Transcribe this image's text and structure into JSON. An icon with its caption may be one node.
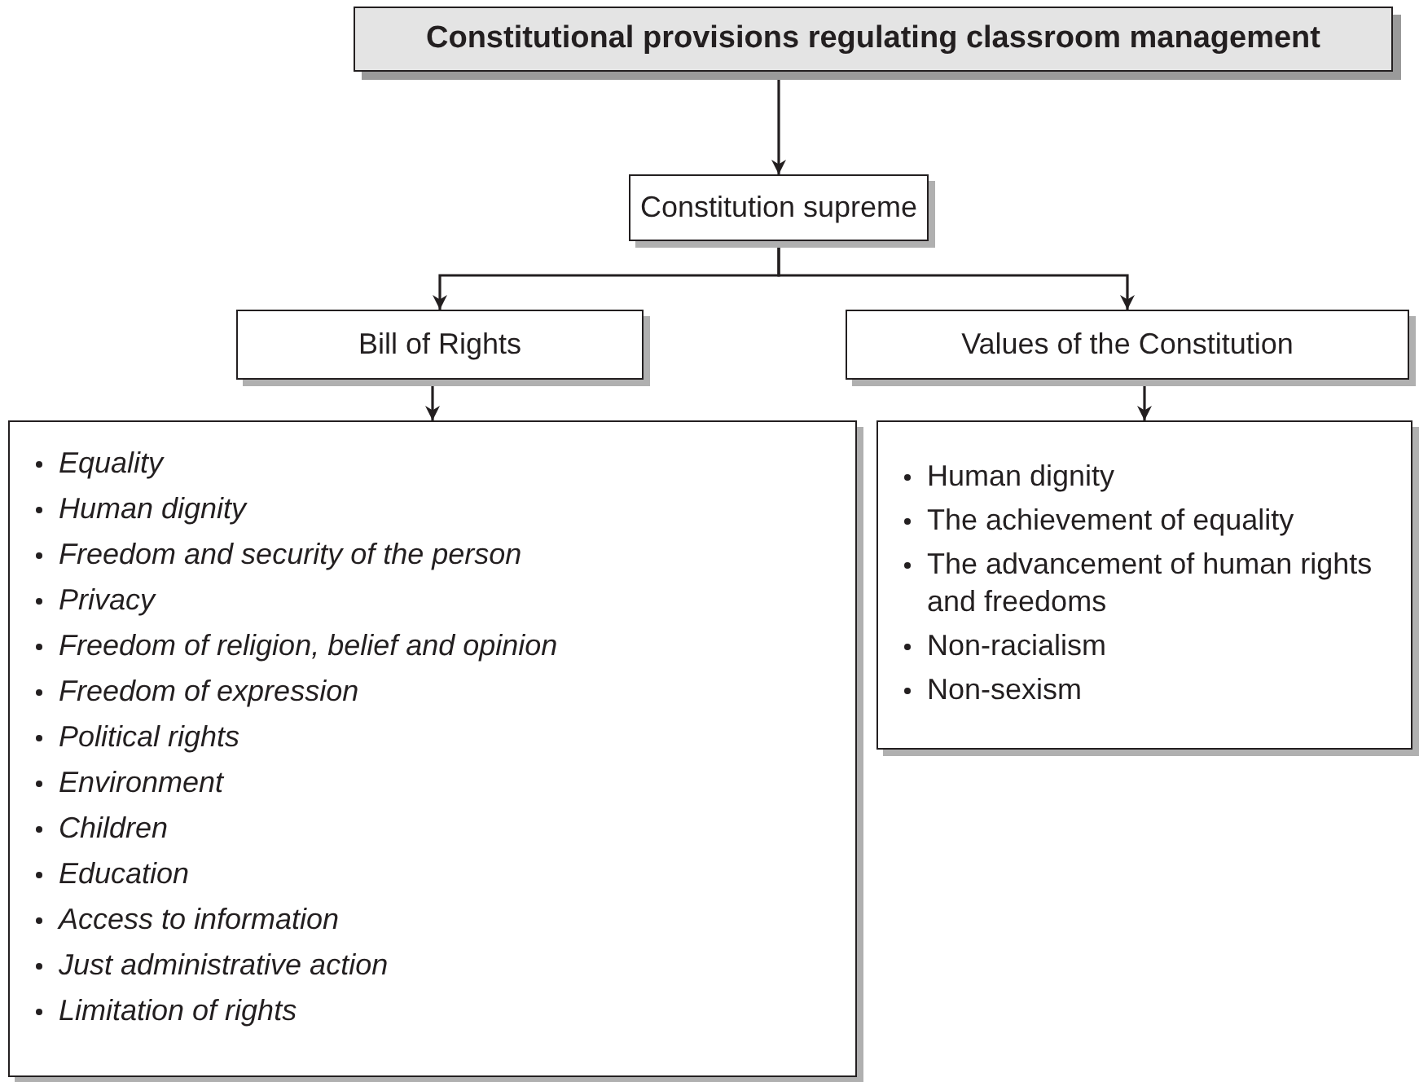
{
  "diagram": {
    "nodes": [
      {
        "text": [
          "Constitutional provisions regulating classroom management"
        ]
      },
      {
        "text": [
          "Constitution supreme"
        ]
      },
      {
        "text": [
          "Bill of Rights"
        ]
      },
      {
        "text": [
          "Values of the Constitution"
        ]
      },
      {
        "text": [
          "Equality",
          "Human dignity",
          "Freedom and security of the person",
          "Privacy",
          "Freedom of religion, belief and opinion",
          "Freedom of expression",
          "Political rights",
          "Environment",
          "Children",
          "Education",
          "Access to information",
          "Just administrative action",
          "Limitation of rights"
        ]
      },
      {
        "text": [
          "Human dignity",
          "The achievement of equality",
          "The advancement of human rights and freedoms",
          "Non-racialism",
          "Non-sexism"
        ]
      }
    ],
    "edges": [
      {
        "from": 0,
        "to": 1,
        "arrow": "to"
      },
      {
        "from": 1,
        "to": 2,
        "arrow": "to"
      },
      {
        "from": 1,
        "to": 3,
        "arrow": "to"
      },
      {
        "from": 2,
        "to": 4,
        "arrow": "to"
      },
      {
        "from": 3,
        "to": 5,
        "arrow": "to"
      }
    ]
  }
}
